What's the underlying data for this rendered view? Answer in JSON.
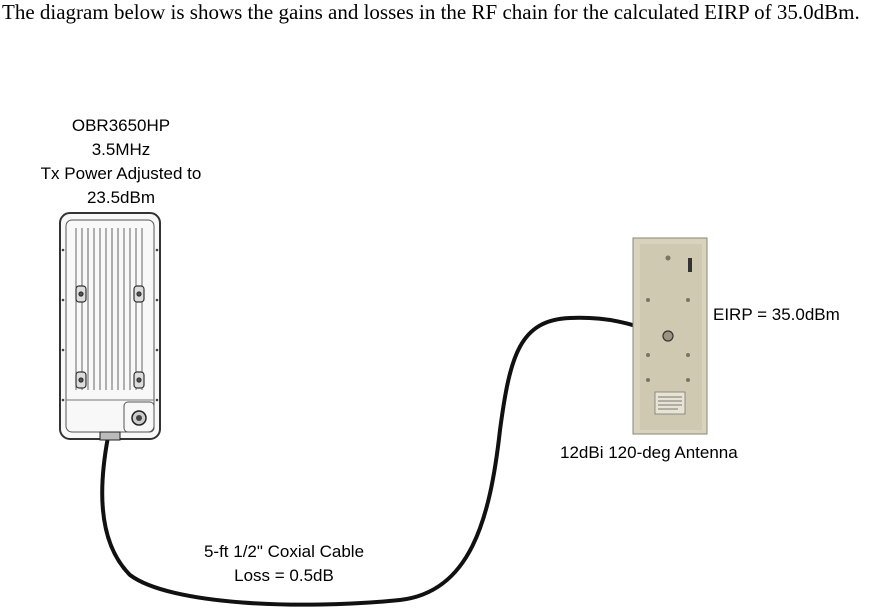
{
  "intro_text": "The diagram below is shows the gains and losses in the RF chain for the calculated EIRP of 35.0dBm.",
  "radio": {
    "model": "OBR3650HP",
    "bandwidth": "3.5MHz",
    "tx_power_line1": "Tx Power Adjusted to",
    "tx_power_line2": "23.5dBm"
  },
  "cable": {
    "line1": "5-ft 1/2\" Coxial Cable",
    "line2": "Loss = 0.5dB"
  },
  "antenna": {
    "eirp": "EIRP = 35.0dBm",
    "label": "12dBi 120-deg Antenna"
  }
}
